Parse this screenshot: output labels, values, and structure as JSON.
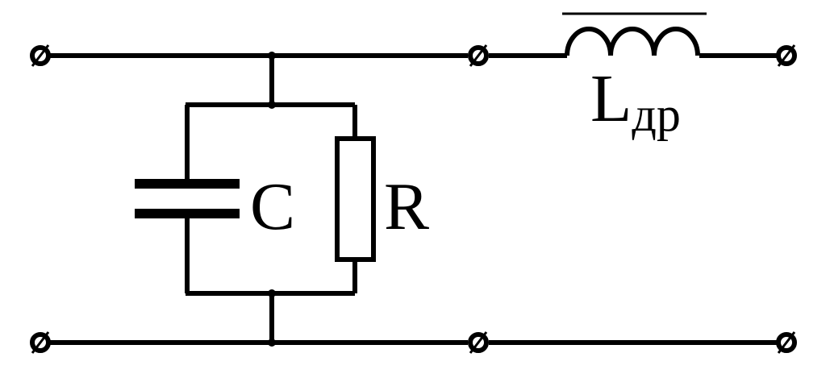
{
  "diagram": {
    "type": "circuit-schematic",
    "components": [
      {
        "id": "capacitor",
        "label": "C"
      },
      {
        "id": "resistor",
        "label": "R"
      },
      {
        "id": "inductor",
        "label_main": "L",
        "label_sub": "др"
      }
    ],
    "terminals": [
      "top-left",
      "top-middle",
      "top-right",
      "bottom-left",
      "bottom-middle",
      "bottom-right"
    ],
    "colors": {
      "line": "#000000",
      "background": "#ffffff"
    }
  }
}
